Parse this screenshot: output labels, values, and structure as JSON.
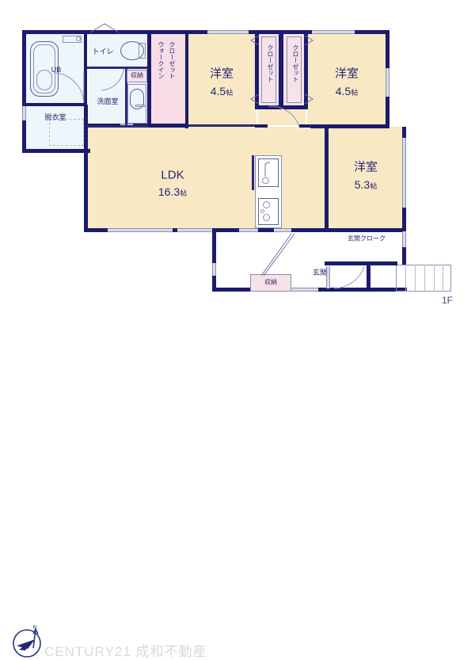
{
  "meta": {
    "doc_type": "floor-plan",
    "floor_label": "1F"
  },
  "rooms": [
    {
      "id": "ub",
      "name": "UB",
      "size": ""
    },
    {
      "id": "toilet",
      "name": "トイレ",
      "size": ""
    },
    {
      "id": "washroom",
      "name": "洗面室",
      "size": ""
    },
    {
      "id": "dressing",
      "name": "脱衣室",
      "size": ""
    },
    {
      "id": "storage1",
      "name": "収納",
      "size": ""
    },
    {
      "id": "wic",
      "name": "ウォークインクローゼット",
      "size": ""
    },
    {
      "id": "closet1",
      "name": "クローゼット",
      "size": ""
    },
    {
      "id": "closet2",
      "name": "クローゼット",
      "size": ""
    },
    {
      "id": "washitsu1",
      "name": "洋室",
      "size": "4.5",
      "unit": "帖"
    },
    {
      "id": "washitsu2",
      "name": "洋室",
      "size": "4.5",
      "unit": "帖"
    },
    {
      "id": "washitsu3",
      "name": "洋室",
      "size": "5.3",
      "unit": "帖"
    },
    {
      "id": "ldk",
      "name": "LDK",
      "size": "16.3",
      "unit": "帖"
    },
    {
      "id": "genkan",
      "name": "玄関",
      "size": ""
    },
    {
      "id": "cloak",
      "name": "玄関クローク",
      "size": ""
    },
    {
      "id": "storage2",
      "name": "収納",
      "size": ""
    }
  ],
  "labels": {
    "ub": "UB",
    "toilet": "トイレ",
    "washroom": "洗面室",
    "dressing": "脱衣室",
    "storage1": "収納",
    "storage2": "収納",
    "wic_line1": "ウォークイン",
    "wic_line2": "クローゼット",
    "closet1": "クローゼット",
    "closet2": "クローゼット",
    "room1_name": "洋室",
    "room1_size": "4.5",
    "room1_unit": "帖",
    "room2_name": "洋室",
    "room2_size": "4.5",
    "room2_unit": "帖",
    "room3_name": "洋室",
    "room3_size": "5.3",
    "room3_unit": "帖",
    "ldk_name": "LDK",
    "ldk_size": "16.3",
    "ldk_unit": "帖",
    "genkan": "玄関",
    "cloak": "玄関クローク",
    "floor": "1F"
  },
  "fixtures": {
    "bathtub": "bathtub-icon",
    "toilet_bowl": "toilet-icon",
    "vanity_sink": "sink-icon",
    "kitchen_sink": "kitchen-sink-icon",
    "stove": "stove-icon",
    "stairs": "stairs-icon",
    "door_swing": "door-swing-icon",
    "bay_window": "bay-window-icon",
    "compass": "compass-icon"
  },
  "footer": {
    "brand": "CENTURY21 成和不動産",
    "compass_letter": "N"
  },
  "colors": {
    "wall": "#1b1b6e",
    "floor_cream": "#f8e9c4",
    "closet_pink": "#f7dde6",
    "wet_blue": "#eef5fb",
    "text": "#262673",
    "brand_text": "#d9d9d9",
    "logo_navy": "#1f2a6e"
  }
}
